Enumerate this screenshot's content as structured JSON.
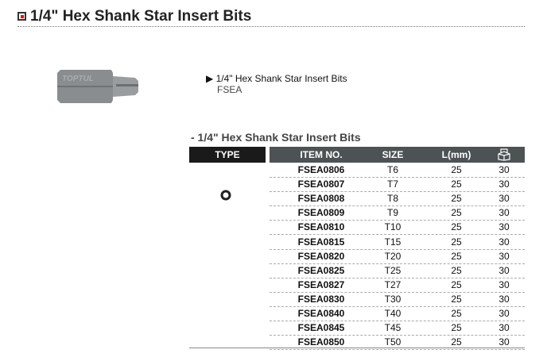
{
  "title": "1/4\" Hex Shank Star Insert Bits",
  "product": {
    "name": "1/4\" Hex Shank Star Insert Bits",
    "code": "FSEA",
    "brand_mark": "TOPTUL"
  },
  "section_title": "- 1/4\" Hex Shank Star Insert Bits",
  "table": {
    "type_header": "TYPE",
    "headers": [
      "ITEM NO.",
      "SIZE",
      "L(mm)"
    ],
    "qty_icon": "box-icon",
    "rows": [
      [
        "FSEA0806",
        "T6",
        "25",
        "30"
      ],
      [
        "FSEA0807",
        "T7",
        "25",
        "30"
      ],
      [
        "FSEA0808",
        "T8",
        "25",
        "30"
      ],
      [
        "FSEA0809",
        "T9",
        "25",
        "30"
      ],
      [
        "FSEA0810",
        "T10",
        "25",
        "30"
      ],
      [
        "FSEA0815",
        "T15",
        "25",
        "30"
      ],
      [
        "FSEA0820",
        "T20",
        "25",
        "30"
      ],
      [
        "FSEA0825",
        "T25",
        "25",
        "30"
      ],
      [
        "FSEA0827",
        "T27",
        "25",
        "30"
      ],
      [
        "FSEA0830",
        "T30",
        "25",
        "30"
      ],
      [
        "FSEA0840",
        "T40",
        "25",
        "30"
      ],
      [
        "FSEA0845",
        "T45",
        "25",
        "30"
      ],
      [
        "FSEA0850",
        "T50",
        "25",
        "30"
      ]
    ]
  }
}
